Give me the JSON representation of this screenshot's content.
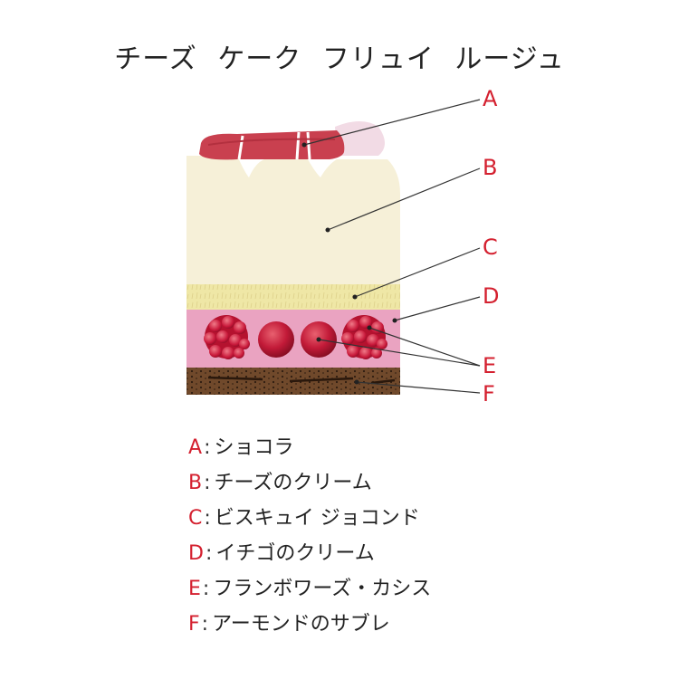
{
  "title": {
    "words": [
      "チーズ",
      "ケーク",
      "フリュイ",
      "ルージュ"
    ]
  },
  "labels": [
    "A",
    "B",
    "C",
    "D",
    "E",
    "F"
  ],
  "legend": [
    {
      "key": "A",
      "sep": ":",
      "name": "ショコラ"
    },
    {
      "key": "B",
      "sep": ":",
      "name": "チーズのクリーム"
    },
    {
      "key": "C",
      "sep": ":",
      "name": "ビスキュイ ジョコンド"
    },
    {
      "key": "D",
      "sep": ":",
      "name": "イチゴのクリーム"
    },
    {
      "key": "E",
      "sep": ":",
      "name": "フランボワーズ・カシス"
    },
    {
      "key": "F",
      "sep": ":",
      "name": "アーモンドのサブレ"
    }
  ],
  "colors": {
    "label_red": "#d4202f",
    "chocolate": "#c9404f",
    "cheese_cream": "#f5efd6",
    "biscuit": "#efe7a8",
    "strawberry_cream": "#eaa0bf",
    "raspberry": "#c7183a",
    "sable": "#6e4a2c"
  }
}
